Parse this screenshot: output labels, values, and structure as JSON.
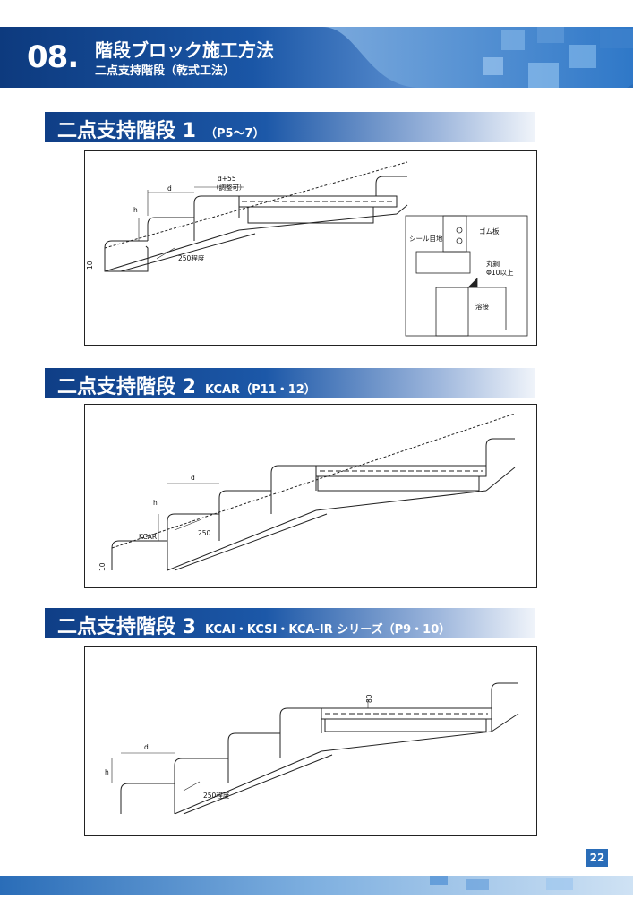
{
  "header": {
    "chapter_number": "08.",
    "title": "階段ブロック施工方法",
    "subtitle": "二点支持階段（乾式工法）"
  },
  "sections": [
    {
      "title": "二点支持階段 1",
      "suffix": "（P5〜7）",
      "labels": {
        "d55": "d+55",
        "adjust": "（調整可）",
        "d": "d",
        "h": "h",
        "ten": "10",
        "deg": "250程度",
        "seal": "シール目地",
        "rubber": "ゴム板",
        "round_bar": "丸鋼",
        "phi": "Φ10以上",
        "weld": "溶接"
      }
    },
    {
      "title": "二点支持階段 2",
      "suffix": "KCAR（P11・12）",
      "labels": {
        "d": "d",
        "h": "h",
        "kcar": "KCAR",
        "deg": "250",
        "ten": "10"
      }
    },
    {
      "title": "二点支持階段 3",
      "suffix": "KCAI・KCSI・KCA-IR シリーズ（P9・10）",
      "labels": {
        "d": "d",
        "h": "h",
        "deg": "250程度",
        "eighty": "80"
      }
    }
  ],
  "page_number": "22"
}
